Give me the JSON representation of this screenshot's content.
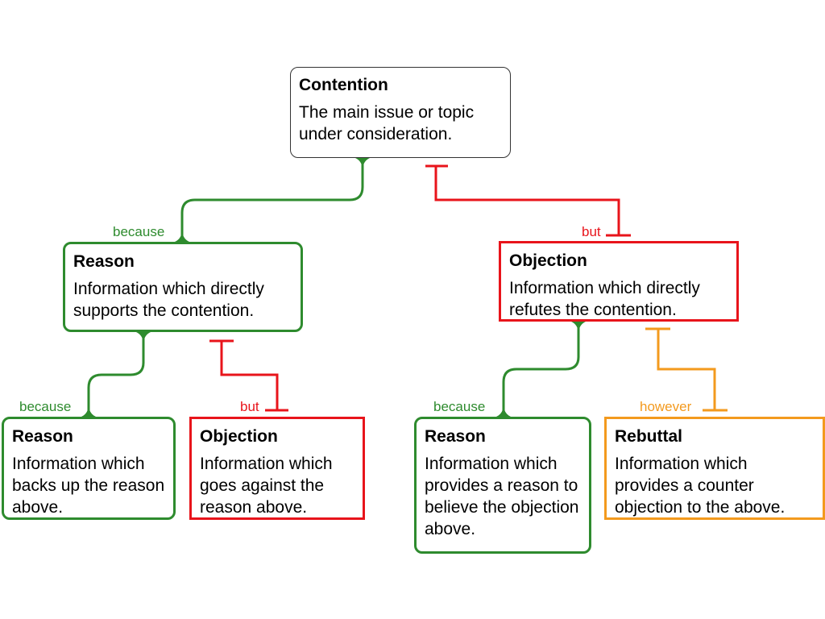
{
  "colors": {
    "support": "#2e8b2e",
    "oppose": "#e8141b",
    "rebut": "#f39a1e",
    "neutral": "#333333"
  },
  "nodes": {
    "contention": {
      "title": "Contention",
      "body": "The main issue or topic under consideration."
    },
    "reason": {
      "title": "Reason",
      "body": "Information which directly supports the contention."
    },
    "objection": {
      "title": "Objection",
      "body": "Information which directly refutes the contention."
    },
    "reason_reason": {
      "title": "Reason",
      "body": "Information which backs up the reason above."
    },
    "reason_objection": {
      "title": "Objection",
      "body": "Information which goes against the reason above."
    },
    "objection_reason": {
      "title": "Reason",
      "body": "Information which provides a reason to believe the objection above."
    },
    "rebuttal": {
      "title": "Rebuttal",
      "body": "Information which provides a counter objection to the above."
    }
  },
  "links": {
    "because_1": "because",
    "but_1": "but",
    "because_2": "because",
    "but_2": "but",
    "because_3": "because",
    "however": "however"
  }
}
